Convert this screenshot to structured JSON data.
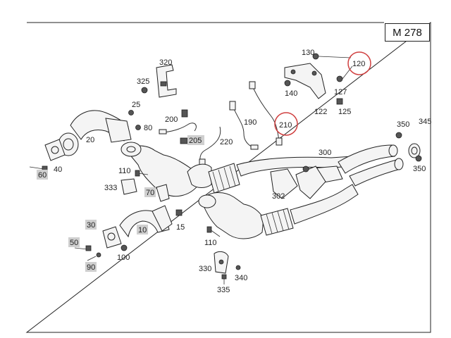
{
  "model": "M 278",
  "callouts": [
    {
      "id": "320",
      "label": "320",
      "highlighted": false
    },
    {
      "id": "325",
      "label": "325",
      "highlighted": false
    },
    {
      "id": "25",
      "label": "25",
      "highlighted": false
    },
    {
      "id": "80",
      "label": "80",
      "highlighted": false
    },
    {
      "id": "200",
      "label": "200",
      "highlighted": false
    },
    {
      "id": "205",
      "label": "205",
      "highlighted": true
    },
    {
      "id": "20",
      "label": "20",
      "highlighted": false
    },
    {
      "id": "40",
      "label": "40",
      "highlighted": false
    },
    {
      "id": "60",
      "label": "60",
      "highlighted": true
    },
    {
      "id": "110a",
      "label": "110",
      "highlighted": false
    },
    {
      "id": "333",
      "label": "333",
      "highlighted": false
    },
    {
      "id": "70",
      "label": "70",
      "highlighted": true
    },
    {
      "id": "15",
      "label": "15",
      "highlighted": false
    },
    {
      "id": "10",
      "label": "10",
      "highlighted": true
    },
    {
      "id": "30",
      "label": "30",
      "highlighted": true
    },
    {
      "id": "50",
      "label": "50",
      "highlighted": true
    },
    {
      "id": "90",
      "label": "90",
      "highlighted": true
    },
    {
      "id": "100",
      "label": "100",
      "highlighted": false
    },
    {
      "id": "110b",
      "label": "110",
      "highlighted": false
    },
    {
      "id": "330",
      "label": "330",
      "highlighted": false
    },
    {
      "id": "340",
      "label": "340",
      "highlighted": false
    },
    {
      "id": "335",
      "label": "335",
      "highlighted": false
    },
    {
      "id": "190",
      "label": "190",
      "highlighted": false
    },
    {
      "id": "220",
      "label": "220",
      "highlighted": false
    },
    {
      "id": "210",
      "label": "210",
      "highlighted": false
    },
    {
      "id": "130",
      "label": "130",
      "highlighted": false
    },
    {
      "id": "120",
      "label": "120",
      "highlighted": false
    },
    {
      "id": "140",
      "label": "140",
      "highlighted": false
    },
    {
      "id": "127",
      "label": "127",
      "highlighted": false
    },
    {
      "id": "122",
      "label": "122",
      "highlighted": false
    },
    {
      "id": "125",
      "label": "125",
      "highlighted": false
    },
    {
      "id": "300",
      "label": "300",
      "highlighted": false
    },
    {
      "id": "302",
      "label": "302",
      "highlighted": false
    },
    {
      "id": "350a",
      "label": "350",
      "highlighted": false
    },
    {
      "id": "345",
      "label": "345",
      "highlighted": false
    },
    {
      "id": "350b",
      "label": "350",
      "highlighted": false
    }
  ],
  "circled": [
    "210",
    "120"
  ],
  "colors": {
    "highlight": "#cfcfcf",
    "circle": "#d04040",
    "line": "#222222"
  }
}
